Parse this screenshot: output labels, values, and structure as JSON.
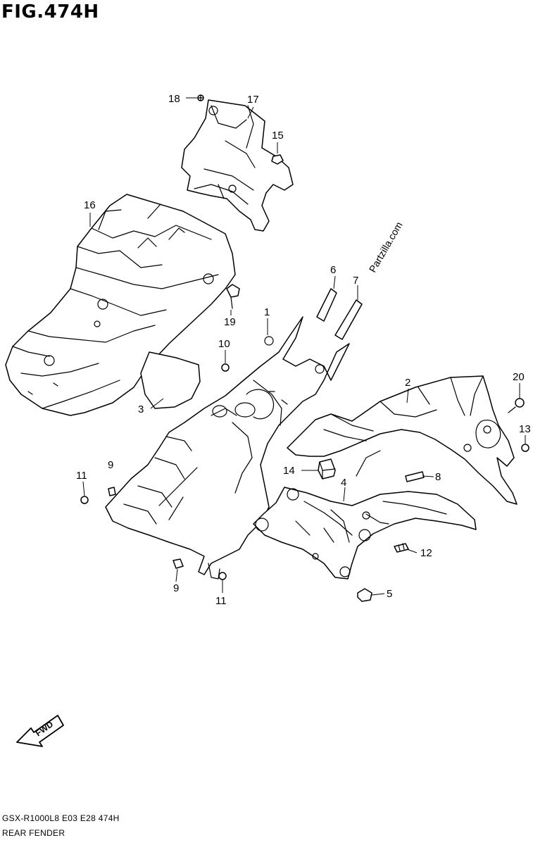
{
  "figure": {
    "title": "FIG.474H",
    "model_code": "GSX-R1000L8  E03  E28  474H",
    "caption": "REAR FENDER",
    "watermark": "Partzilla.com",
    "fwd_label": "FWD"
  },
  "callouts": [
    {
      "id": "c1",
      "label": "1"
    },
    {
      "id": "c2",
      "label": "2"
    },
    {
      "id": "c3",
      "label": "3"
    },
    {
      "id": "c4",
      "label": "4"
    },
    {
      "id": "c5",
      "label": "5"
    },
    {
      "id": "c6",
      "label": "6"
    },
    {
      "id": "c7",
      "label": "7"
    },
    {
      "id": "c8",
      "label": "8"
    },
    {
      "id": "c9a",
      "label": "9"
    },
    {
      "id": "c9b",
      "label": "9"
    },
    {
      "id": "c10",
      "label": "10"
    },
    {
      "id": "c11a",
      "label": "11"
    },
    {
      "id": "c11b",
      "label": "11"
    },
    {
      "id": "c12",
      "label": "12"
    },
    {
      "id": "c13",
      "label": "13"
    },
    {
      "id": "c14",
      "label": "14"
    },
    {
      "id": "c15",
      "label": "15"
    },
    {
      "id": "c16",
      "label": "16"
    },
    {
      "id": "c17",
      "label": "17"
    },
    {
      "id": "c18",
      "label": "18"
    },
    {
      "id": "c19",
      "label": "19"
    },
    {
      "id": "c20",
      "label": "20"
    }
  ]
}
